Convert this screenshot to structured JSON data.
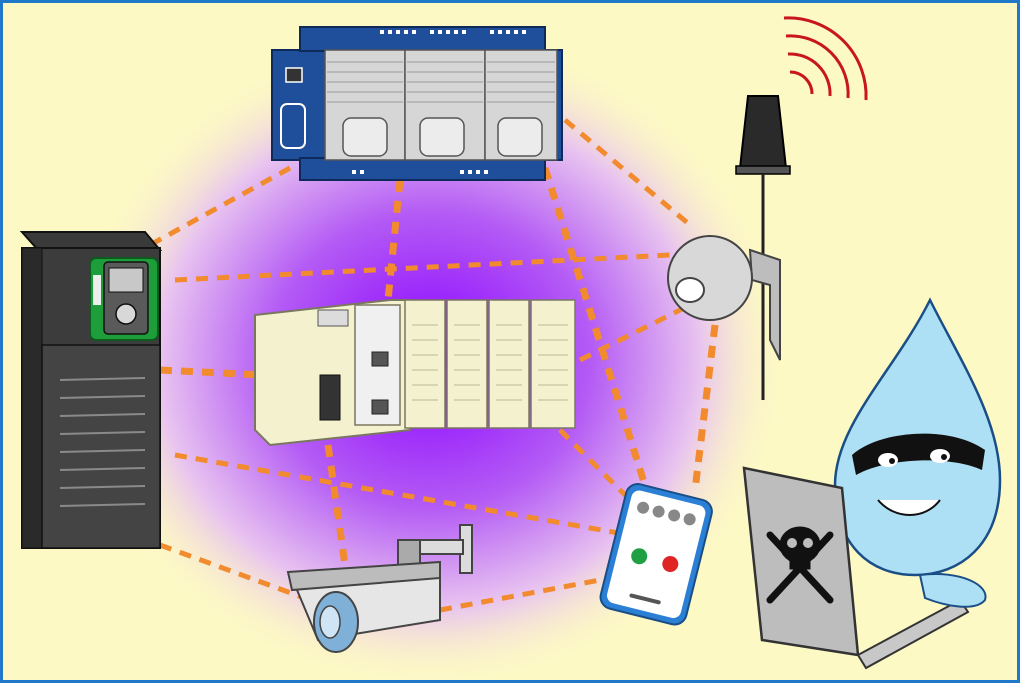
{
  "colors": {
    "background": "#fdf9c4",
    "frame": "#1f78c8",
    "glow_center": "#8a00ff",
    "link": "#f28a2e",
    "plc_body": "#f4f1cf",
    "remote_io_blue": "#1f4e9a",
    "drive_green": "#1e9e3a",
    "hacker_drop": "#aee0f5",
    "danger_red": "#c8161e"
  },
  "devices": [
    {
      "id": "plc-controller",
      "label": ""
    },
    {
      "id": "remote-io-rack",
      "label": ""
    },
    {
      "id": "variable-speed-drive",
      "label": ""
    },
    {
      "id": "wireless-sensor",
      "label": ""
    },
    {
      "id": "security-camera",
      "label": ""
    },
    {
      "id": "smartphone",
      "label": ""
    },
    {
      "id": "hacker-laptop",
      "label": ""
    }
  ],
  "icons": [
    "skull-crossbones-icon",
    "wifi-signal-icon",
    "phone-accept-icon",
    "phone-decline-icon",
    "ethernet-port-icon"
  ]
}
